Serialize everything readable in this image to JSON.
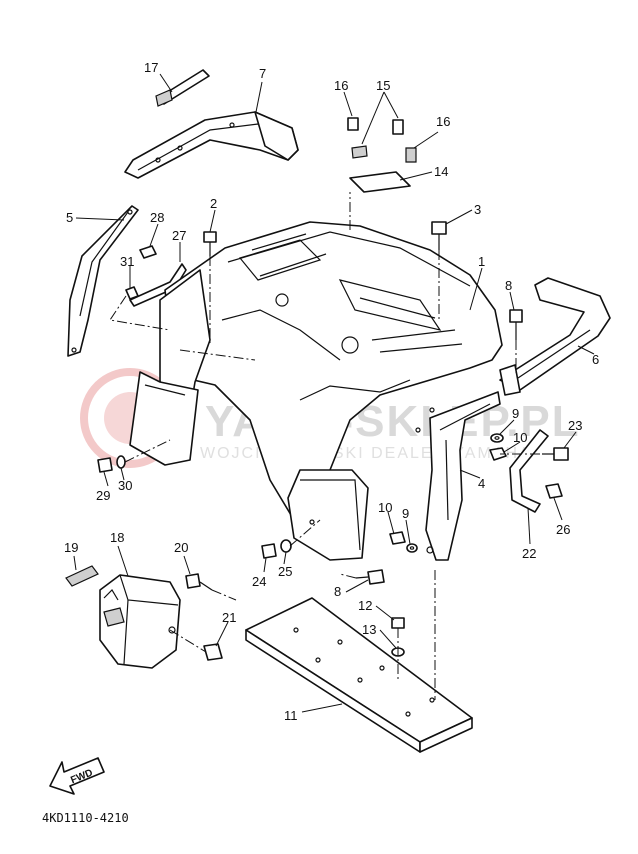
{
  "watermark": {
    "brand": "YAMA-SKLEP.PL",
    "sub": "WOJCIECHOWSKI DEALER YAMAHA"
  },
  "diagram_code": "4KD1110-4210",
  "fwd_label": "FWD",
  "callouts": [
    {
      "id": "c17",
      "label": "17"
    },
    {
      "id": "c7",
      "label": "7"
    },
    {
      "id": "c16a",
      "label": "16"
    },
    {
      "id": "c15",
      "label": "15"
    },
    {
      "id": "c16b",
      "label": "16"
    },
    {
      "id": "c14",
      "label": "14"
    },
    {
      "id": "c5",
      "label": "5"
    },
    {
      "id": "c2",
      "label": "2"
    },
    {
      "id": "c28",
      "label": "28"
    },
    {
      "id": "c27",
      "label": "27"
    },
    {
      "id": "c31",
      "label": "31"
    },
    {
      "id": "c3",
      "label": "3"
    },
    {
      "id": "c1",
      "label": "1"
    },
    {
      "id": "c8a",
      "label": "8"
    },
    {
      "id": "c6",
      "label": "6"
    },
    {
      "id": "c9a",
      "label": "9"
    },
    {
      "id": "c10a",
      "label": "10"
    },
    {
      "id": "c23",
      "label": "23"
    },
    {
      "id": "c29",
      "label": "29"
    },
    {
      "id": "c30",
      "label": "30"
    },
    {
      "id": "c4",
      "label": "4"
    },
    {
      "id": "c10b",
      "label": "10"
    },
    {
      "id": "c9b",
      "label": "9"
    },
    {
      "id": "c26",
      "label": "26"
    },
    {
      "id": "c22",
      "label": "22"
    },
    {
      "id": "c19",
      "label": "19"
    },
    {
      "id": "c18",
      "label": "18"
    },
    {
      "id": "c20",
      "label": "20"
    },
    {
      "id": "c24",
      "label": "24"
    },
    {
      "id": "c25",
      "label": "25"
    },
    {
      "id": "c8b",
      "label": "8"
    },
    {
      "id": "c12",
      "label": "12"
    },
    {
      "id": "c13",
      "label": "13"
    },
    {
      "id": "c21",
      "label": "21"
    },
    {
      "id": "c11",
      "label": "11"
    }
  ]
}
